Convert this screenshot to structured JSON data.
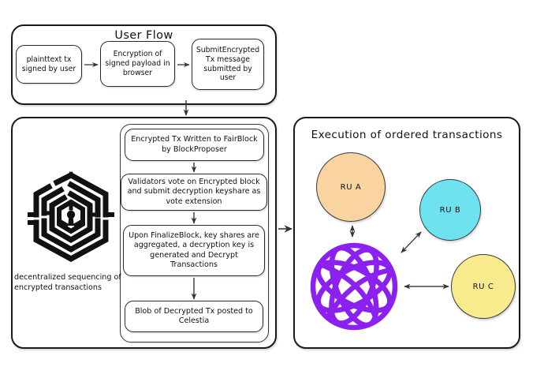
{
  "diagram": {
    "title": "FairBlock encrypted transaction sequencing architecture",
    "background_color": "#ffffff",
    "stroke_color": "#1a1a1a"
  },
  "user_flow": {
    "title": "User Flow",
    "steps": [
      {
        "id": "plaintext-tx",
        "label": "plainttext tx signed by user"
      },
      {
        "id": "encryption",
        "label": "Encryption of signed payload in browser"
      },
      {
        "id": "submit-encrypted-tx",
        "label": "SubmitEncrypted Tx message submitted by user"
      }
    ],
    "arrows": [
      "step-1-to-step-2",
      "step-2-to-step-3"
    ]
  },
  "sequencing": {
    "caption": "decentralized sequencing of encrypted transactions",
    "logo": {
      "name": "fairblock-maze-logo",
      "description": "hexagonal labyrinth with keyhole",
      "color": "#111111"
    },
    "steps": [
      {
        "id": "encrypted-tx-written",
        "label": "Encrypted Tx Written to FairBlock by BlockProposer"
      },
      {
        "id": "validators-vote",
        "label": "Validators vote on Encrypted block and submit decryption keyshare as vote extension"
      },
      {
        "id": "finalize-block",
        "label": "Upon FinalizeBlock, key shares are aggregated, a decryption key is generated and Decrypt Transactions"
      },
      {
        "id": "blob-posted",
        "label": "Blob of Decrypted Tx posted to Celestia"
      }
    ]
  },
  "execution": {
    "title": "Execution of ordered transactions",
    "hub": {
      "id": "celestia-sphere",
      "label": "",
      "color": "#8B20F0"
    },
    "rollups": [
      {
        "id": "ru-a",
        "label": "RU A",
        "color": "#FAD4A0"
      },
      {
        "id": "ru-b",
        "label": "RU B",
        "color": "#6EE3EF"
      },
      {
        "id": "ru-c",
        "label": "RU C",
        "color": "#F8EB8E"
      }
    ],
    "connections": [
      {
        "from": "celestia-sphere",
        "to": "ru-a",
        "type": "bidirectional"
      },
      {
        "from": "celestia-sphere",
        "to": "ru-b",
        "type": "bidirectional"
      },
      {
        "from": "celestia-sphere",
        "to": "ru-c",
        "type": "bidirectional"
      }
    ]
  },
  "global_arrows": [
    {
      "id": "user-flow-to-sequencing",
      "direction": "down"
    },
    {
      "id": "sequencing-to-execution",
      "direction": "right"
    }
  ]
}
